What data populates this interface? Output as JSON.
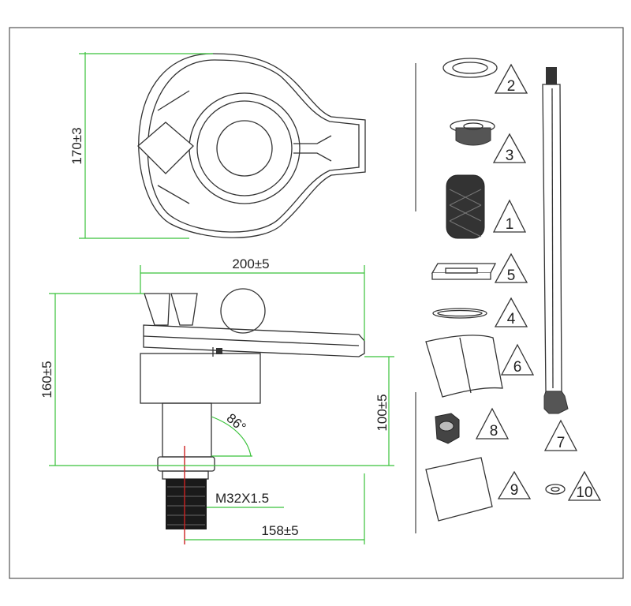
{
  "dimensions": {
    "top_height": "170±3",
    "width": "200±5",
    "total_height": "160±5",
    "side_height": "100±5",
    "reach": "158±5",
    "thread": "M32X1.5",
    "angle": "86°"
  },
  "parts": [
    "1",
    "2",
    "3",
    "4",
    "5",
    "6",
    "7",
    "8",
    "9",
    "10"
  ],
  "colors": {
    "dimension": "#39c23a",
    "outline": "#333333",
    "thread_fill": "#1a1a1a",
    "axis": "#cc2222"
  }
}
